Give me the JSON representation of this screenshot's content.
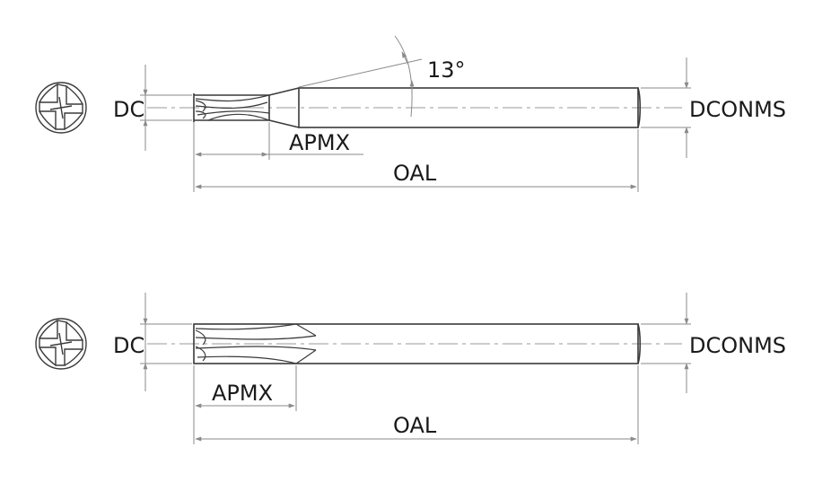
{
  "upper": {
    "dc_label": "DC",
    "dconms_label": "DCONMS",
    "apmx_label": "APMX",
    "oal_label": "OAL",
    "angle_label": "13°"
  },
  "lower": {
    "dc_label": "DC",
    "dconms_label": "DCONMS",
    "apmx_label": "APMX",
    "oal_label": "OAL"
  },
  "colors": {
    "outline": "#3a3a3a",
    "dimension": "#8a8a8a",
    "text": "#1a1a1a"
  }
}
